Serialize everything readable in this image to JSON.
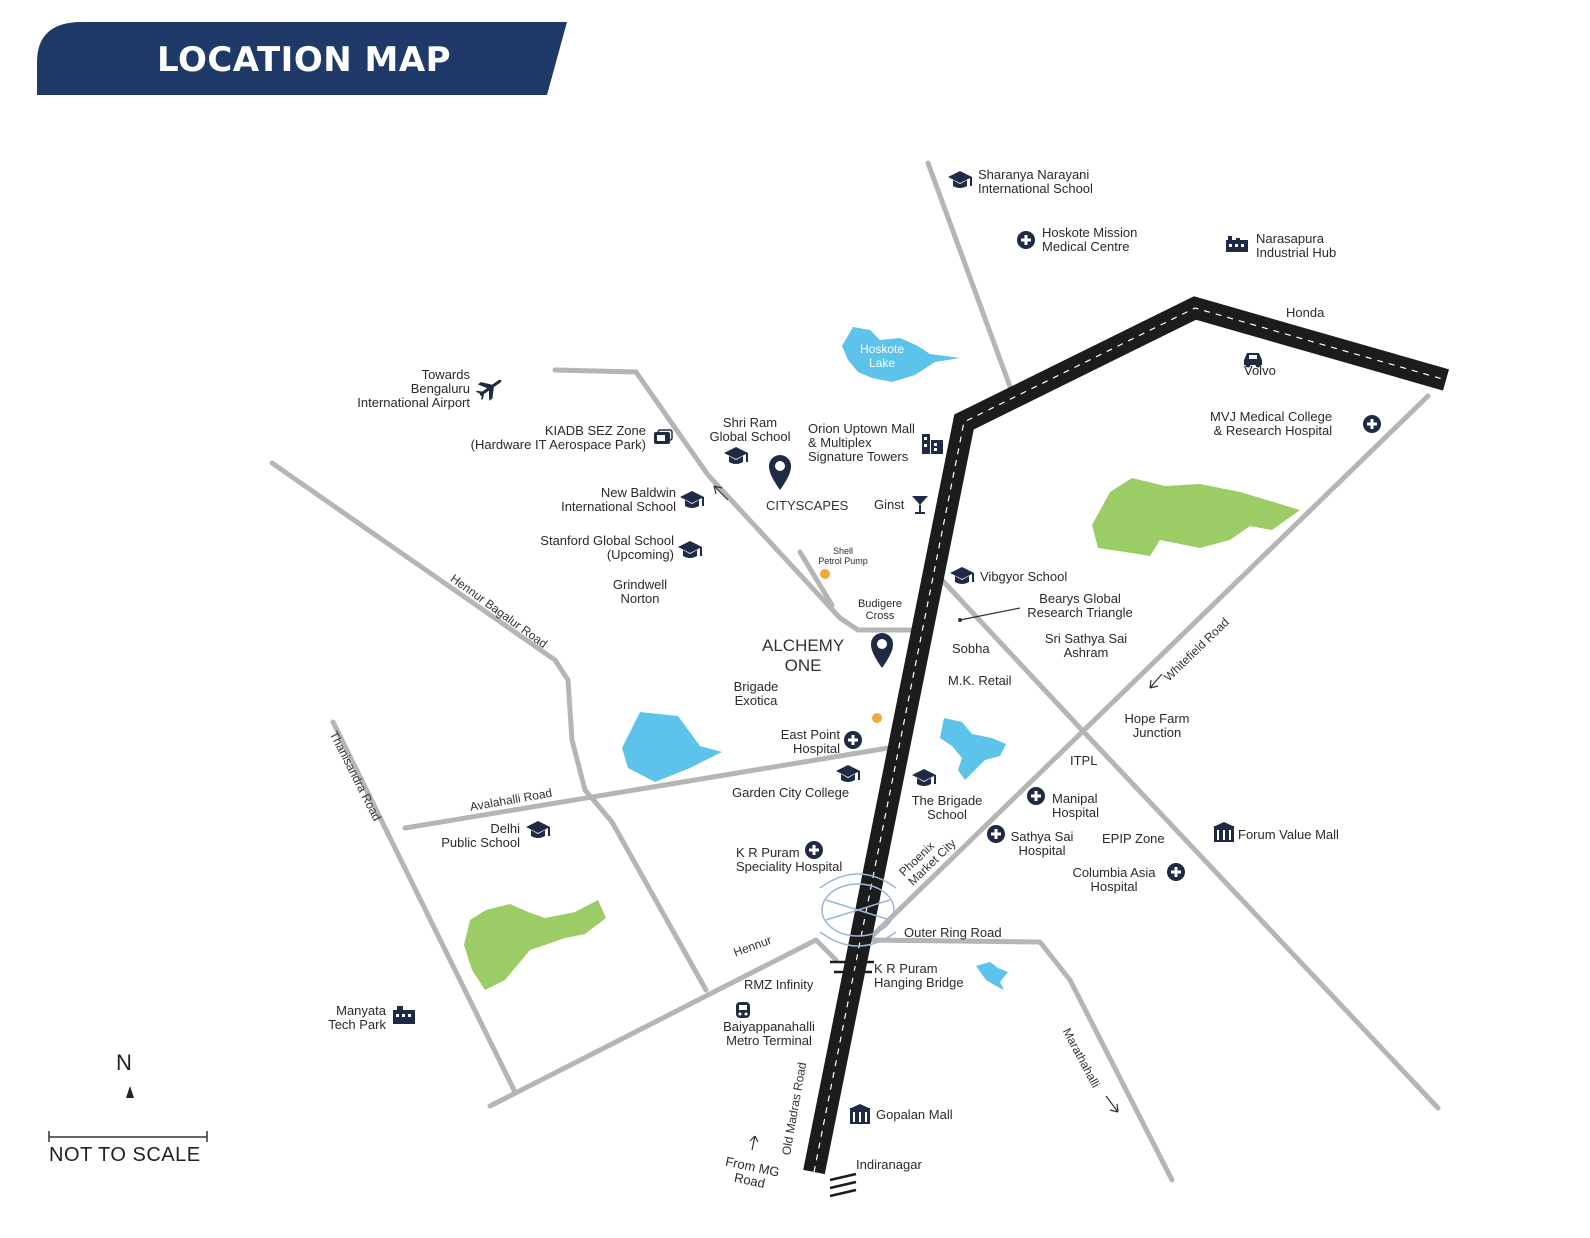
{
  "header": {
    "title": "LOCATION MAP"
  },
  "colors": {
    "banner": "#1f3a68",
    "road_major": "#1c1c1e",
    "road_minor": "#b5b5b5",
    "water": "#5ec3ea",
    "park": "#9ccc65",
    "icon": "#1f2a44",
    "marker_orange": "#f4a73a"
  },
  "projects": {
    "cityscapes": "CITYSCAPES",
    "alchemy_one": "ALCHEMY\nONE"
  },
  "places": {
    "sharanya": "Sharanya Narayani\nInternational School",
    "hoskote_mission": "Hoskote Mission\nMedical Centre",
    "narasapura": "Narasapura\nIndustrial Hub",
    "honda": "Honda",
    "volvo": "Volvo",
    "hoskote_lake": "Hoskote\nLake",
    "mvj": "MVJ Medical College\n& Research Hospital",
    "airport": "Towards\nBengaluru\nInternational Airport",
    "kiadb": "KIADB SEZ Zone\n(Hardware IT Aerospace Park)",
    "shri_ram": "Shri Ram\nGlobal School",
    "orion": "Orion Uptown Mall\n& Multiplex\nSignature Towers",
    "new_baldwin": "New Baldwin\nInternational School",
    "ginst": "Ginst",
    "stanford": "Stanford Global School\n(Upcoming)",
    "grindwell": "Grindwell\nNorton",
    "petrol": "Shell\nPetrol Pump",
    "budigere": "Budigere\nCross",
    "vibgyor": "Vibgyor School",
    "brigade_exotica": "Brigade\nExotica",
    "bearys": "Bearys Global\nResearch Triangle",
    "sobha": "Sobha",
    "sathya_ashram": "Sri Sathya Sai\nAshram",
    "mk_retail": "M.K. Retail",
    "hope_farm": "Hope Farm\nJunction",
    "east_point": "East Point\nHospital",
    "itpl": "ITPL",
    "garden_city": "Garden City College",
    "brigade_school": "The Brigade\nSchool",
    "manipal": "Manipal\nHospital",
    "delhi_public": "Delhi\nPublic School",
    "sathya_hospital": "Sathya Sai\nHospital",
    "epip": "EPIP Zone",
    "forum_value": "Forum Value Mall",
    "kr_puram_hospital": "K R Puram\nSpeciality Hospital",
    "columbia": "Columbia Asia\nHospital",
    "outer_ring": "Outer Ring Road",
    "kr_bridge": "K R Puram\nHanging Bridge",
    "rmz": "RMZ Infinity",
    "manyata": "Manyata\nTech Park",
    "baiyappanahalli": "Baiyappanahalli\nMetro Terminal",
    "gopalan": "Gopalan Mall",
    "from_mg": "From MG\nRoad",
    "indiranagar": "Indiranagar"
  },
  "roads": {
    "hennur": "Hennur Bagalur Road",
    "thanisandra": "Thanisandra Road",
    "avalahalli": "Avalahalli Road",
    "whitefield": "Whitefield Road",
    "phoenix": "Phoenix\nMarket City",
    "hennur_short": "Hennur",
    "old_madras": "Old Madras Road",
    "marathahalli": "Marathahalli"
  },
  "legend": {
    "north": "N",
    "scale": "NOT TO SCALE"
  }
}
